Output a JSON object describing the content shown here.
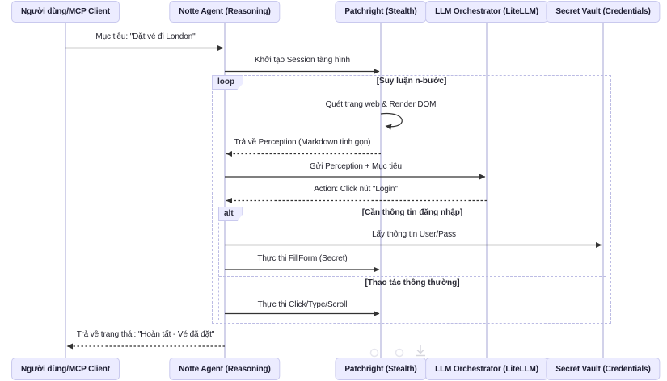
{
  "diagram": {
    "type": "sequence",
    "participants": [
      {
        "id": "user",
        "label": "Người dùng/MCP Client"
      },
      {
        "id": "notte",
        "label": "Notte Agent (Reasoning)"
      },
      {
        "id": "patchright",
        "label": "Patchright (Stealth)"
      },
      {
        "id": "llm",
        "label": "LLM Orchestrator (LiteLLM)"
      },
      {
        "id": "vault",
        "label": "Secret Vault (Credentials)"
      }
    ],
    "messages": [
      {
        "from": "user",
        "to": "notte",
        "style": "solid",
        "label": "Mục tiêu: \"Đặt vé đi London\""
      },
      {
        "from": "notte",
        "to": "patchright",
        "style": "solid",
        "label": "Khởi tạo Session tàng hình"
      },
      {
        "from": "patchright",
        "to": "patchright",
        "style": "self",
        "label": "Quét trang web & Render DOM"
      },
      {
        "from": "patchright",
        "to": "notte",
        "style": "dashed",
        "label": "Trả về Perception (Markdown tinh gọn)"
      },
      {
        "from": "notte",
        "to": "llm",
        "style": "solid",
        "label": "Gửi Perception + Mục tiêu"
      },
      {
        "from": "llm",
        "to": "notte",
        "style": "dashed",
        "label": "Action: Click nút \"Login\""
      },
      {
        "from": "notte",
        "to": "vault",
        "style": "solid",
        "label": "Lấy thông tin User/Pass"
      },
      {
        "from": "notte",
        "to": "patchright",
        "style": "solid",
        "label": "Thực thi FillForm (Secret)"
      },
      {
        "from": "notte",
        "to": "patchright",
        "style": "solid",
        "label": "Thực thi Click/Type/Scroll"
      },
      {
        "from": "notte",
        "to": "user",
        "style": "dashed",
        "label": "Trả về trạng thái: \"Hoàn tất - Vé đã đặt\""
      }
    ],
    "frames": {
      "loop": {
        "keyword": "loop",
        "title": "[Suy luận n-bước]"
      },
      "alt": {
        "keyword": "alt",
        "title": "[Cần thông tin đăng nhập]",
        "else_title": "[Thao tác thông thường]"
      }
    },
    "colors": {
      "actor_fill": "#ececff",
      "actor_border": "#c9c9ee",
      "lifeline": "#d2d2ea",
      "arrow": "#333333",
      "frame_border": "#bcbce4"
    },
    "watermark": {
      "icons": [
        "zoom-icon",
        "zoom-icon",
        "download-icon"
      ]
    }
  }
}
